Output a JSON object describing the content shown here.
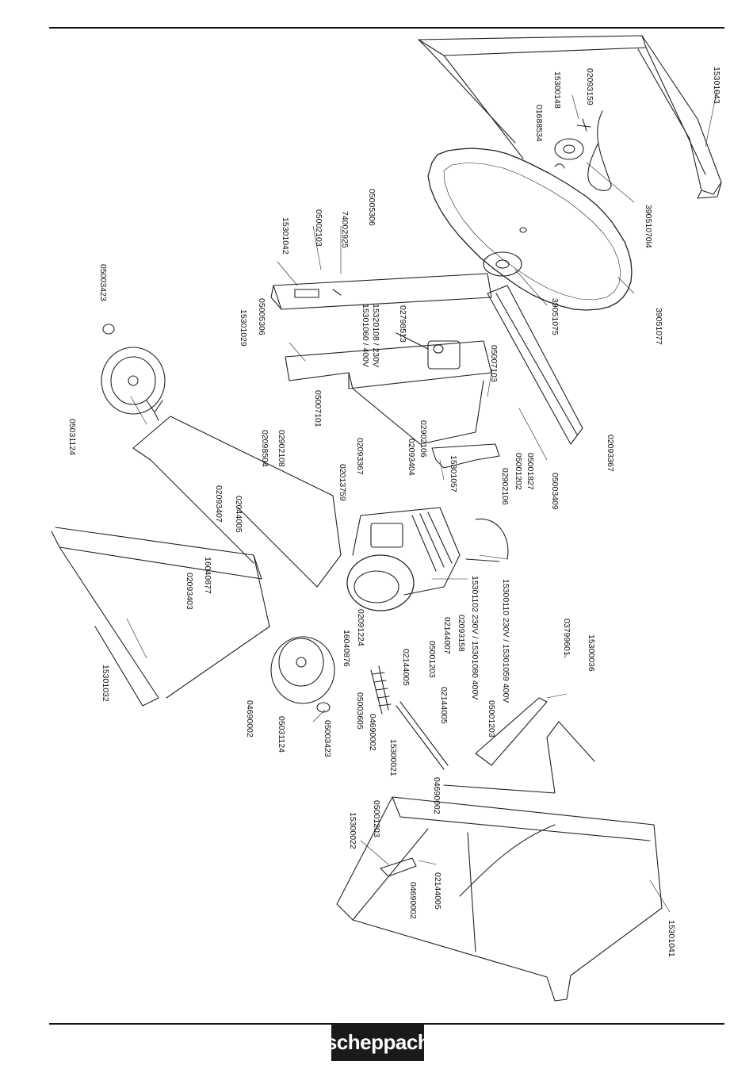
{
  "brand": {
    "logo_text": "scheppach"
  },
  "part_labels": [
    {
      "id": "l01",
      "text": "15301043"
    },
    {
      "id": "l02",
      "text": "02093159"
    },
    {
      "id": "l03",
      "text": "15300148"
    },
    {
      "id": "l04",
      "text": "01688534"
    },
    {
      "id": "l05",
      "text": "39051070l4"
    },
    {
      "id": "l06",
      "text": "39051077"
    },
    {
      "id": "l07",
      "text": "39051075"
    },
    {
      "id": "l08",
      "text": "05005306"
    },
    {
      "id": "l09",
      "text": "74002925"
    },
    {
      "id": "l10",
      "text": "05002103"
    },
    {
      "id": "l11",
      "text": "15301042"
    },
    {
      "id": "l12",
      "text": "02798513"
    },
    {
      "id": "l13",
      "text": "15320108 / 230V"
    },
    {
      "id": "l14",
      "text": "15301060 / 400V"
    },
    {
      "id": "l15",
      "text": "05003423"
    },
    {
      "id": "l16",
      "text": "05005306"
    },
    {
      "id": "l17",
      "text": "15301029"
    },
    {
      "id": "l18",
      "text": "05007103"
    },
    {
      "id": "l19",
      "text": "05007101"
    },
    {
      "id": "l20",
      "text": "02093367"
    },
    {
      "id": "l21",
      "text": "02902106"
    },
    {
      "id": "l22",
      "text": "02093404"
    },
    {
      "id": "l23",
      "text": "15301057"
    },
    {
      "id": "l24",
      "text": "05001827"
    },
    {
      "id": "l25",
      "text": "05001202"
    },
    {
      "id": "l26",
      "text": "02902106"
    },
    {
      "id": "l27",
      "text": "05003409"
    },
    {
      "id": "l28",
      "text": "02093367"
    },
    {
      "id": "l29",
      "text": "05031124"
    },
    {
      "id": "l30",
      "text": "02902108"
    },
    {
      "id": "l31",
      "text": "02098504"
    },
    {
      "id": "l32",
      "text": "02013759"
    },
    {
      "id": "l33",
      "text": "02093407"
    },
    {
      "id": "l34",
      "text": "02044005"
    },
    {
      "id": "l35",
      "text": "16040877"
    },
    {
      "id": "l36",
      "text": "02093403"
    },
    {
      "id": "l37",
      "text": "02091224"
    },
    {
      "id": "l38",
      "text": "16040876"
    },
    {
      "id": "l39",
      "text": "15300110 230V / 15301059 400V"
    },
    {
      "id": "l40",
      "text": "15301102 230V / 15301080 400V"
    },
    {
      "id": "l41",
      "text": "02093158"
    },
    {
      "id": "l42",
      "text": "02144007"
    },
    {
      "id": "l43",
      "text": "05001203"
    },
    {
      "id": "l44",
      "text": "02144005"
    },
    {
      "id": "l45",
      "text": "03799601"
    },
    {
      "id": "l46",
      "text": "15300036"
    },
    {
      "id": "l47",
      "text": "05003605"
    },
    {
      "id": "l48",
      "text": "02144005"
    },
    {
      "id": "l49",
      "text": "05001203"
    },
    {
      "id": "l50",
      "text": "04690002"
    },
    {
      "id": "l51",
      "text": "15300021"
    },
    {
      "id": "l52",
      "text": "04690002"
    },
    {
      "id": "l53",
      "text": "15301032"
    },
    {
      "id": "l54",
      "text": "04690002"
    },
    {
      "id": "l55",
      "text": "05031124"
    },
    {
      "id": "l56",
      "text": "05003423"
    },
    {
      "id": "l57",
      "text": "15300022"
    },
    {
      "id": "l58",
      "text": "05001203"
    },
    {
      "id": "l59",
      "text": "02144005"
    },
    {
      "id": "l60",
      "text": "04690002"
    },
    {
      "id": "l61",
      "text": "15301041"
    }
  ]
}
